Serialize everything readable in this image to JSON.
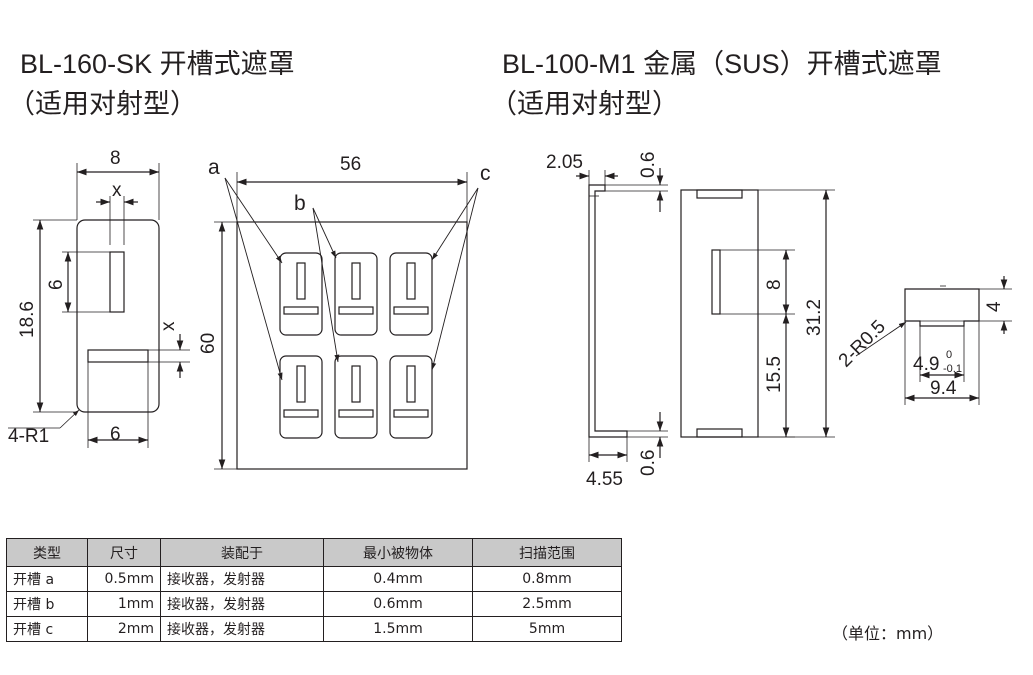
{
  "left_title": {
    "line1": "BL-160-SK 开槽式遮罩",
    "line2": "（适用对射型）"
  },
  "right_title": {
    "line1": "BL-100-M1 金属（SUS）开槽式遮罩",
    "line2": "（适用对射型）"
  },
  "left_drawing": {
    "width_top": "8",
    "x_top": "x",
    "height_total": "18.6",
    "slot_height": "6",
    "x_side": "x",
    "corner_radius": "4-R1",
    "width_bottom": "6"
  },
  "grid_drawing": {
    "callout_a": "a",
    "callout_b": "b",
    "callout_c": "c",
    "overall_width": "56",
    "overall_height": "60"
  },
  "right_drawing": {
    "dim_2_05": "2.05",
    "dim_0_6_top": "0.6",
    "dim_8": "8",
    "dim_31_2": "31.2",
    "dim_15_5": "15.5",
    "dim_0_6_bottom": "0.6",
    "dim_4_55": "4.55",
    "radius": "2-R0.5",
    "dim_4": "4",
    "dim_4_9": "4.9",
    "tol_upper": "0",
    "tol_lower": "-0.1",
    "dim_9_4": "9.4"
  },
  "table": {
    "headers": [
      "类型",
      "尺寸",
      "装配于",
      "最小被物体",
      "扫描范围"
    ],
    "rows": [
      [
        "开槽 a",
        "0.5mm",
        "接收器，发射器",
        "0.4mm",
        "0.8mm"
      ],
      [
        "开槽 b",
        "1mm",
        "接收器，发射器",
        "0.6mm",
        "2.5mm"
      ],
      [
        "开槽 c",
        "2mm",
        "接收器，发射器",
        "1.5mm",
        "5mm"
      ]
    ]
  },
  "unit_note": "（单位：mm）"
}
